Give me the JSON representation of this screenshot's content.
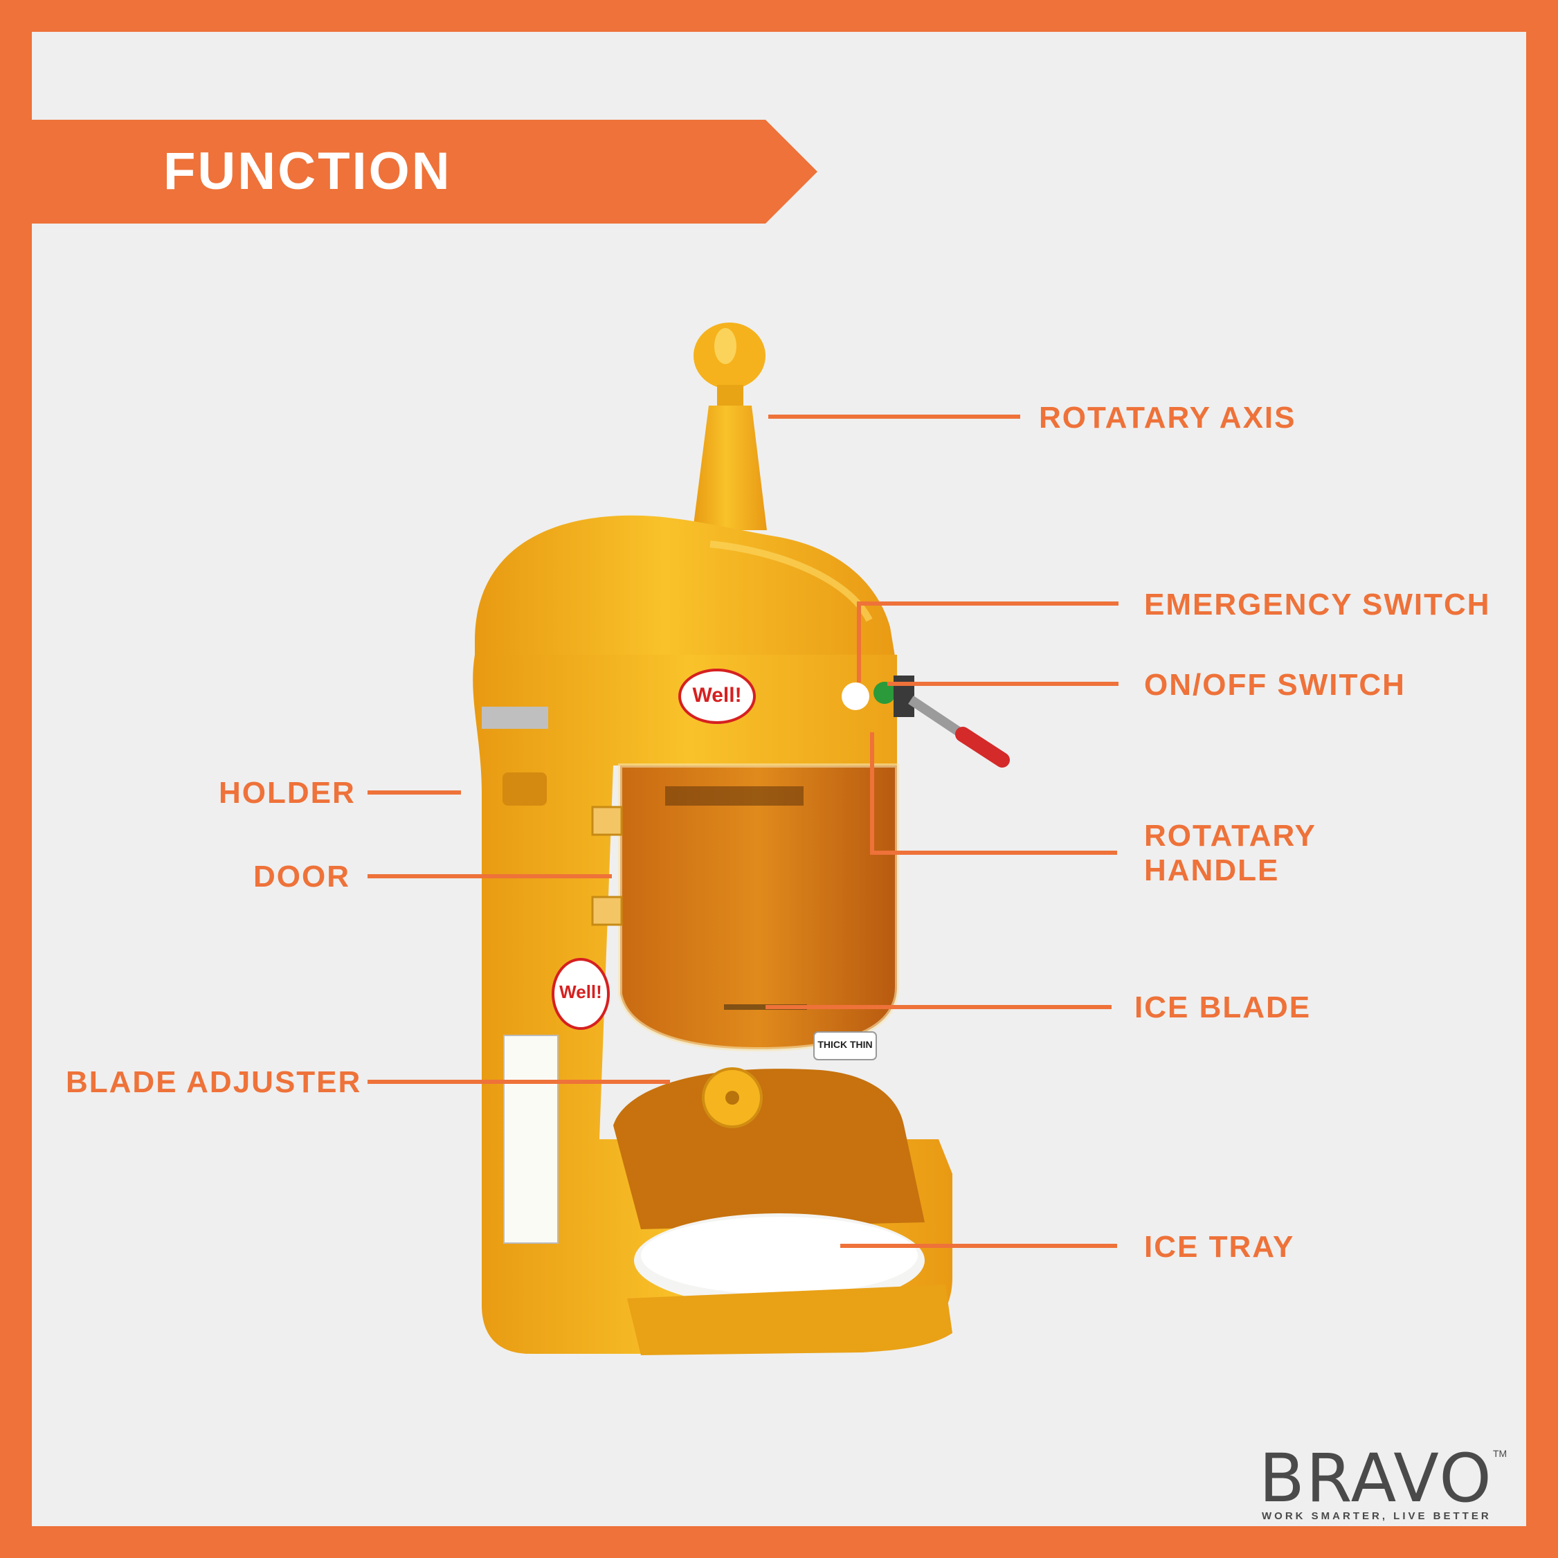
{
  "header": {
    "title": "FUNCTION"
  },
  "product_badges": {
    "brand": "Well!",
    "direction_label": "THICK THIN"
  },
  "labels": {
    "rotatary_axis": "ROTATARY AXIS",
    "emergency_switch": "EMERGENCY SWITCH",
    "on_off_switch": "ON/OFF SWITCH",
    "rotatary_handle_line1": "ROTATARY",
    "rotatary_handle_line2": "HANDLE",
    "holder": "HOLDER",
    "door": "DOOR",
    "ice_blade": "ICE BLADE",
    "blade_adjuster": "BLADE ADJUSTER",
    "ice_tray": "ICE TRAY"
  },
  "logo": {
    "word": "BRAVO",
    "trademark": "TM",
    "tagline": "WORK SMARTER, LIVE BETTER"
  },
  "colors": {
    "accent": "#ee7239",
    "background": "#efefef",
    "machine_body": "#f7b21f",
    "logo_text": "#4a4a4a"
  }
}
